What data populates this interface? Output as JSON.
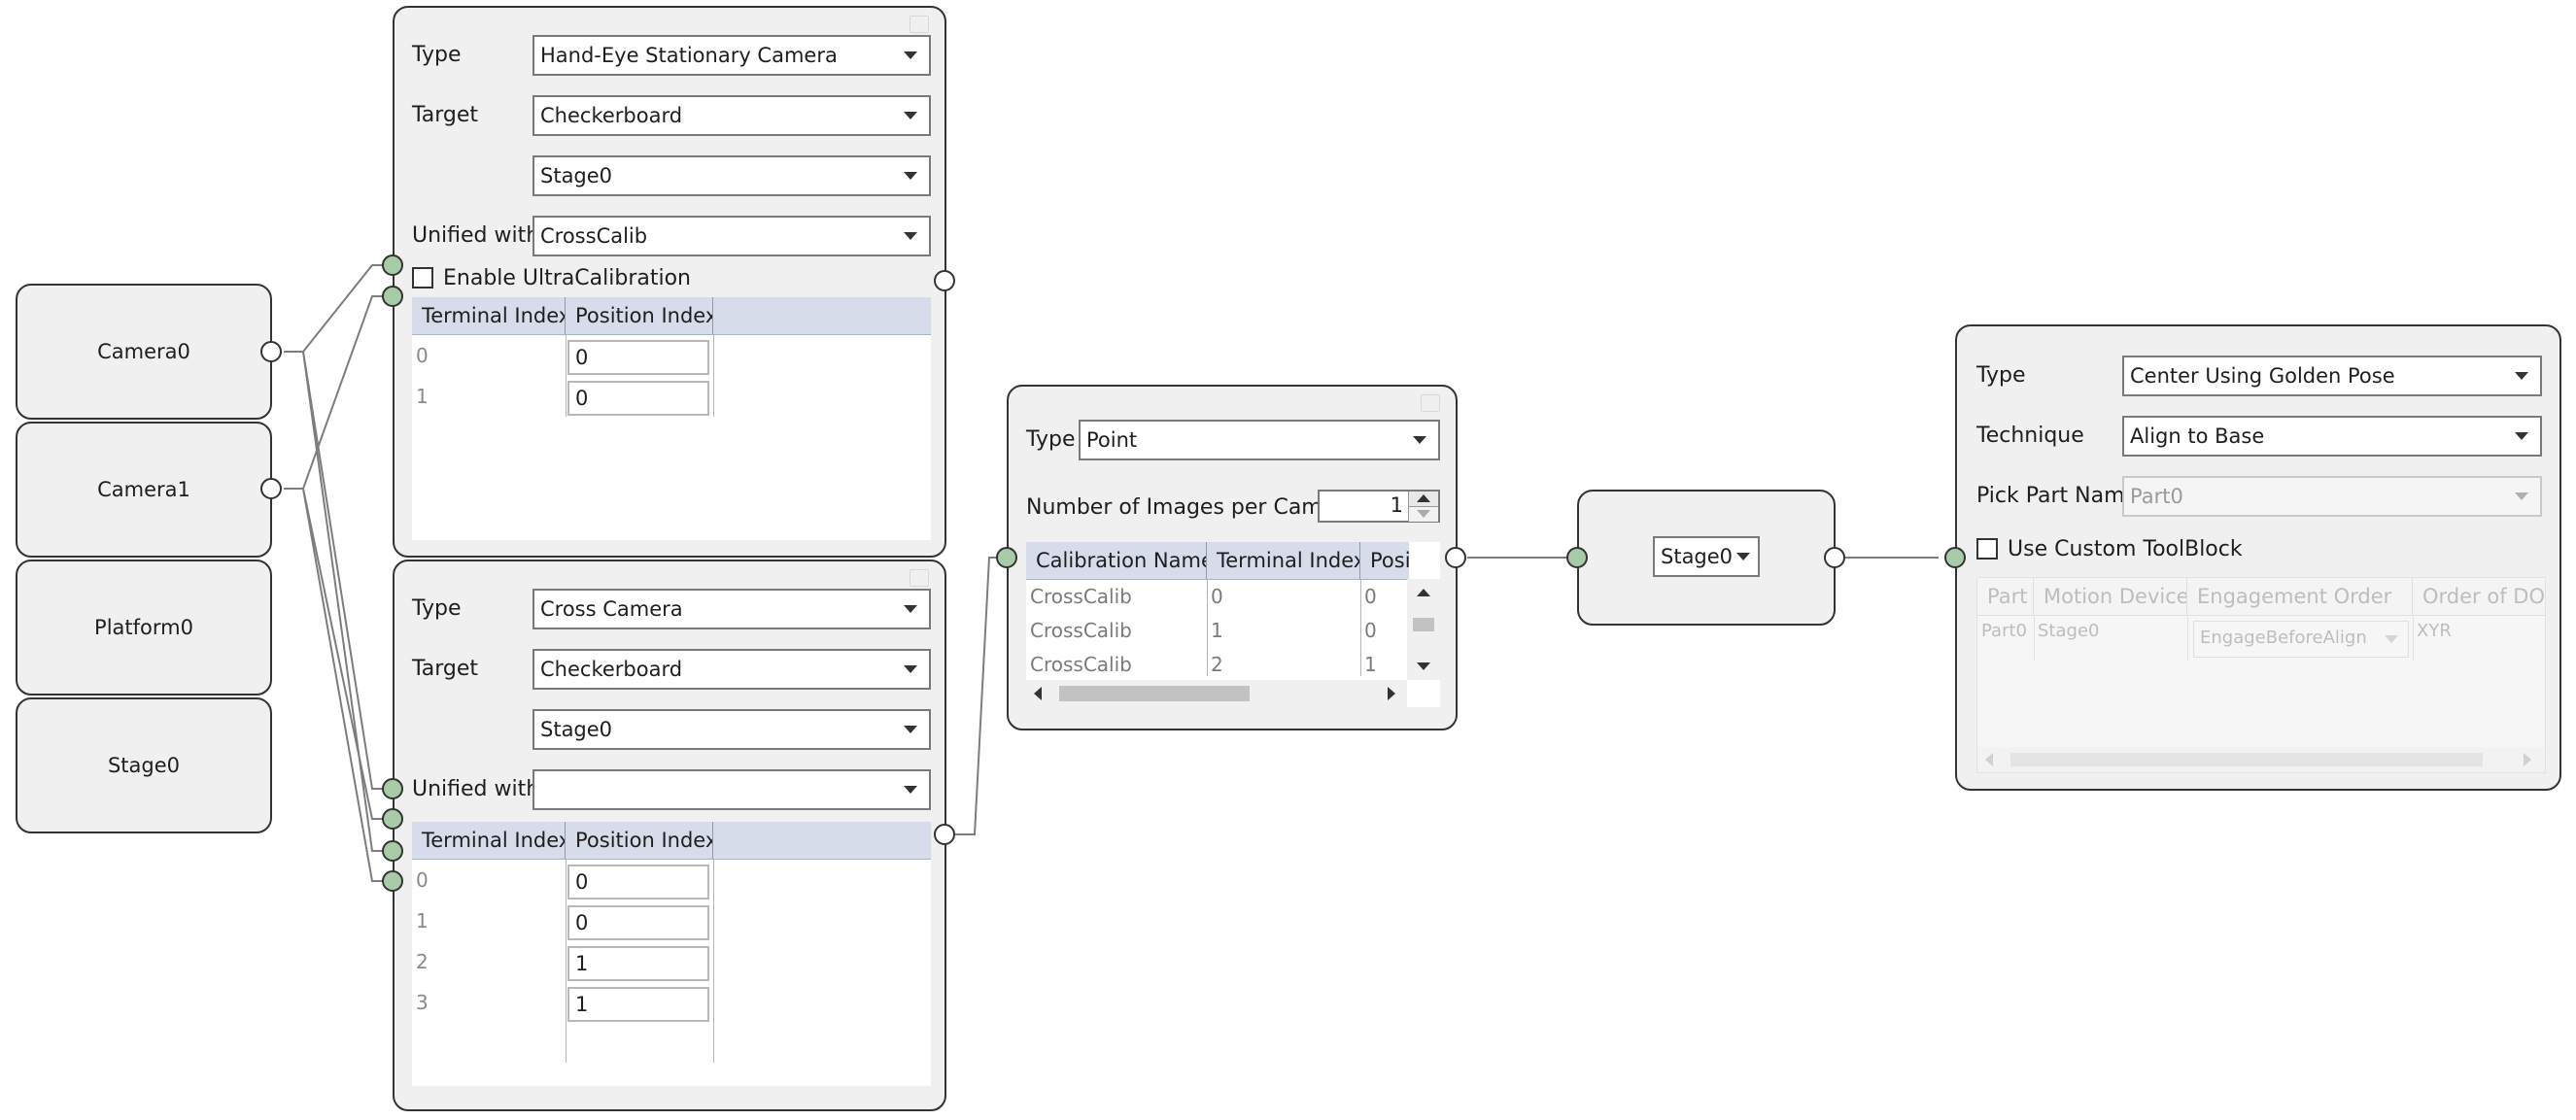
{
  "hardware": [
    {
      "label": "Camera0"
    },
    {
      "label": "Camera1"
    },
    {
      "label": "Platform0"
    },
    {
      "label": "Stage0"
    }
  ],
  "calib1": {
    "type_label": "Type",
    "type_value": "Hand-Eye Stationary Camera",
    "target_label": "Target",
    "target_value": "Checkerboard",
    "stage_value": "Stage0",
    "unified_label": "Unified with",
    "unified_value": "CrossCalib",
    "ultra_label": "Enable UltraCalibration",
    "columns": [
      "Terminal Index",
      "Position Index"
    ],
    "rows": [
      {
        "terminal": "0",
        "position": "0"
      },
      {
        "terminal": "1",
        "position": "0"
      }
    ]
  },
  "calib2": {
    "type_label": "Type",
    "type_value": "Cross Camera",
    "target_label": "Target",
    "target_value": "Checkerboard",
    "stage_value": "Stage0",
    "unified_label": "Unified with",
    "unified_value": "",
    "columns": [
      "Terminal Index",
      "Position Index"
    ],
    "rows": [
      {
        "terminal": "0",
        "position": "0"
      },
      {
        "terminal": "1",
        "position": "0"
      },
      {
        "terminal": "2",
        "position": "1"
      },
      {
        "terminal": "3",
        "position": "1"
      }
    ]
  },
  "feature": {
    "type_label": "Type",
    "type_value": "Point",
    "images_label": "Number of Images per Camera",
    "images_value": "1",
    "columns": [
      "Calibration Name",
      "Terminal Index",
      "Posi"
    ],
    "rows": [
      {
        "name": "CrossCalib",
        "terminal": "0",
        "position": "0"
      },
      {
        "name": "CrossCalib",
        "terminal": "1",
        "position": "0"
      },
      {
        "name": "CrossCalib",
        "terminal": "2",
        "position": "1"
      }
    ]
  },
  "stage_node": {
    "value": "Stage0"
  },
  "alignment": {
    "type_label": "Type",
    "type_value": "Center Using Golden Pose",
    "technique_label": "Technique",
    "technique_value": "Align to Base",
    "pick_label": "Pick Part Name",
    "pick_value": "Part0",
    "custom_label": "Use Custom ToolBlock",
    "columns": [
      "Part",
      "Motion Device",
      "Engagement Order",
      "Order of DOF"
    ],
    "row": {
      "part": "Part0",
      "device": "Stage0",
      "order": "EngageBeforeAlign",
      "dof": "XYR"
    }
  },
  "colors": {
    "node_fill": "#f0f0f0",
    "node_border": "#333333",
    "port_green": "#a7cba7",
    "grid_header": "#d6dcea",
    "wire": "#7a7a7a"
  }
}
